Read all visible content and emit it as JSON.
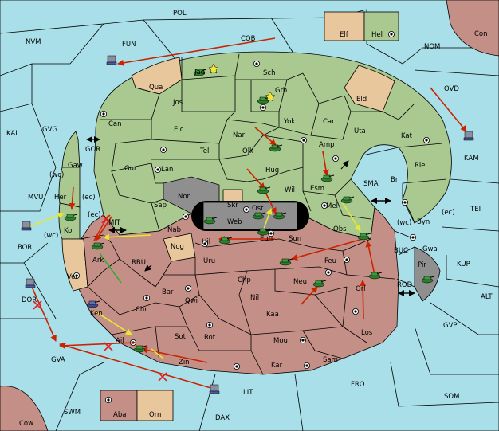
{
  "colors": {
    "sea": "#a9dfe9",
    "green_power": "#a9c990",
    "red_power": "#c48f86",
    "neutral": "#e9c79c",
    "impassable": "#8f8f8f",
    "move_order": "#cc2200",
    "support_order": "#e8e830",
    "convoy_order": "#33aa33"
  },
  "labels": {
    "POL": "POL",
    "COB": "COB",
    "NVM": "NVM",
    "FUN": "FUN",
    "NOM": "NOM",
    "Con": "Con",
    "Elf": "Elf",
    "Hel": "Hel",
    "Jad": "Jad",
    "Sch": "Sch",
    "Qua": "Qua",
    "Jos": "Jos",
    "Grh": "Grh",
    "Eld": "Eld",
    "OVD": "OVD",
    "Can": "Can",
    "Yok": "Yok",
    "Car": "Car",
    "Uta": "Uta",
    "KAL": "KAL",
    "GVG": "GVG",
    "Elc": "Elc",
    "Nar": "Nar",
    "Kat": "Kat",
    "KAM": "KAM",
    "GOR": "GOR",
    "Tel": "Tel",
    "Olk": "Olk",
    "Amp": "Amp",
    "Rie": "Rie",
    "Gaw": "Gaw",
    "Gur": "Gur",
    "Lan": "Lan",
    "Hug": "Hug",
    "Bri": "Bri",
    "wc1": "(wc)",
    "Esm": "Esm",
    "SMA": "SMA",
    "MVU": "MVU",
    "Her": "Her",
    "ec1": "(ec)",
    "Nor": "Nor",
    "Skr": "Skr",
    "Wil": "Wil",
    "Sap": "Sap",
    "Ost": "Ost",
    "Mel": "Mel",
    "TEI": "TEI",
    "ec2": "(ec)",
    "MIT": "MIT",
    "Web": "Web",
    "Byn": "Byn",
    "wc2": "(wc)",
    "ec3": "(ec)",
    "Kor": "Kor",
    "BOR": "BOR",
    "wc3": "(wc)",
    "Nab": "Nab",
    "Obs": "Obs",
    "Eun": "Eun",
    "Sun": "Sun",
    "Gwa": "Gwa",
    "Hil": "Hil",
    "Nog": "Nog",
    "Ark": "Ark",
    "RBU": "RBU",
    "Uru": "Uru",
    "Feu": "Feu",
    "BUC": "BUC",
    "KUP": "KUP",
    "Pir": "Pir",
    "Ver": "Ver",
    "Chp": "Chp",
    "Neu": "Neu",
    "Orl": "Orl",
    "ROD": "ROD",
    "Bar": "Bar",
    "DOR": "DOR",
    "Qwi": "Qwi",
    "Nil": "Nil",
    "ALT": "ALT",
    "Chr": "Chr",
    "Kaa": "Kaa",
    "Ken": "Ken",
    "GVP": "GVP",
    "Sot": "Sot",
    "Rot": "Rot",
    "Mou": "Mou",
    "Los": "Los",
    "Ail": "Ail",
    "GVA": "GVA",
    "Zin": "Zin",
    "Sam": "Sam",
    "Kar": "Kar",
    "FRO": "FRO",
    "LIT": "LIT",
    "SOM": "SOM",
    "SWM": "SWM",
    "Aba": "Aba",
    "Orn": "Orn",
    "DAX": "DAX",
    "Cow": "Cow"
  }
}
